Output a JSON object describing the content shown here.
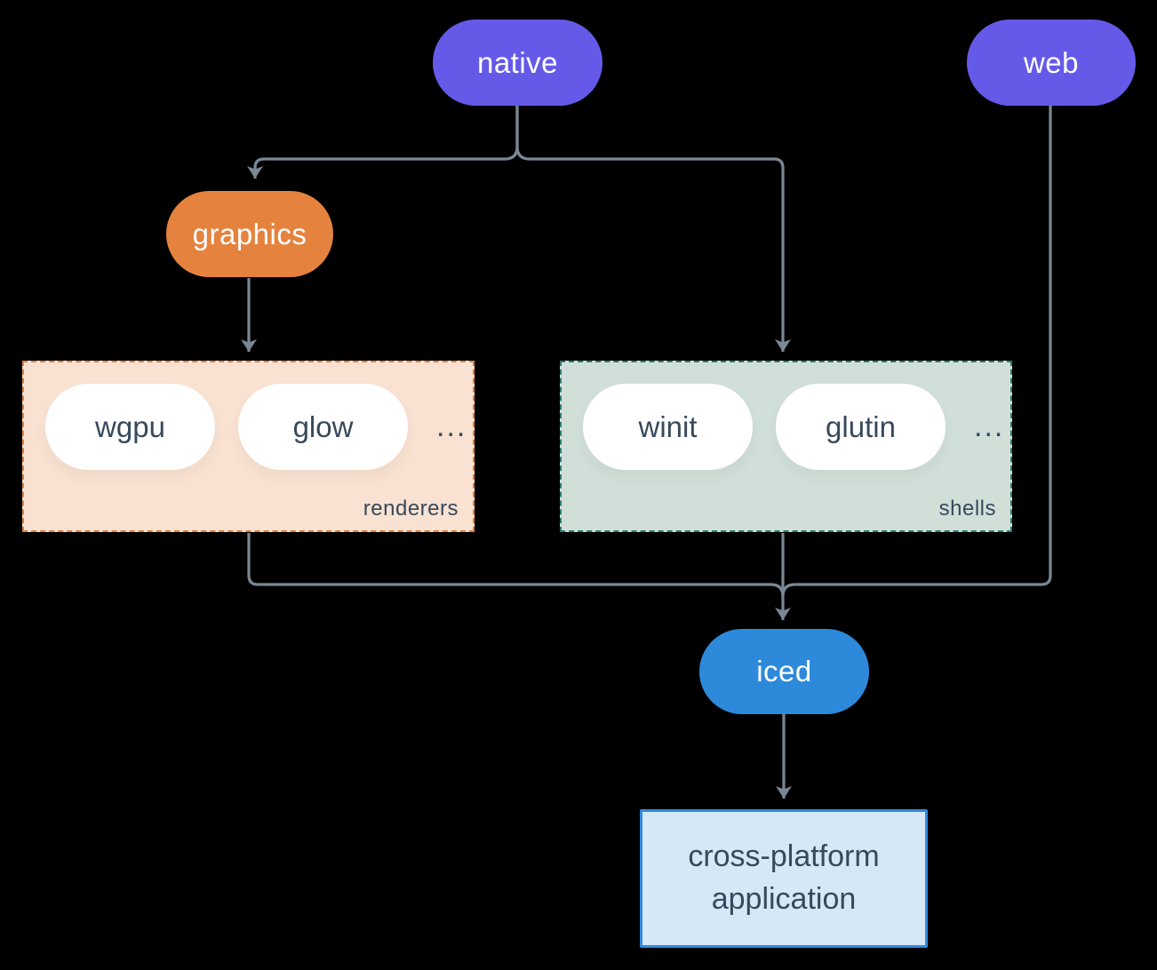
{
  "diagram": {
    "nodes": {
      "native": {
        "label": "native",
        "color": "#655ae8"
      },
      "web": {
        "label": "web",
        "color": "#655ae8"
      },
      "graphics": {
        "label": "graphics",
        "color": "#e5833e"
      },
      "iced": {
        "label": "iced",
        "color": "#2d89da"
      },
      "application": {
        "label": "cross-platform application",
        "fill": "#d6e7f8",
        "border": "#2f8bdf"
      }
    },
    "groups": {
      "renderers": {
        "label": "renderers",
        "items": [
          "wgpu",
          "glow"
        ],
        "ellipsis": "...",
        "fill": "#f9e2d2",
        "border": "#e0813a"
      },
      "shells": {
        "label": "shells",
        "items": [
          "winit",
          "glutin"
        ],
        "ellipsis": "...",
        "fill": "#d0e0d9",
        "border": "#2d7a6e"
      }
    },
    "edges": [
      "native -> graphics",
      "native -> shells",
      "graphics -> renderers",
      "renderers -> iced",
      "shells -> iced",
      "web -> iced",
      "iced -> application"
    ],
    "colors": {
      "connector": "#7b8894",
      "text_dark": "#37495b",
      "background": "#000000",
      "pill_text_light": "#ffffff"
    }
  }
}
